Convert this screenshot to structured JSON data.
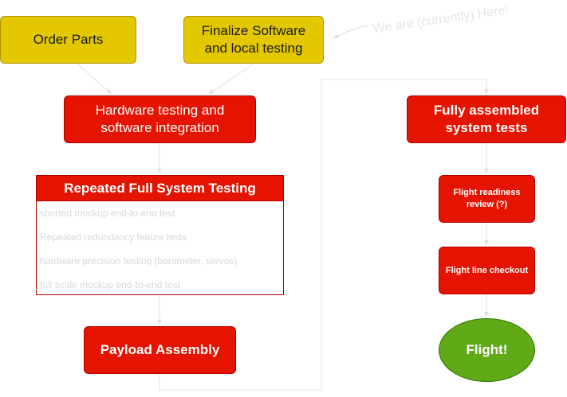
{
  "nodes": {
    "order_parts": "Order Parts",
    "finalize_software": "Finalize Software and local testing",
    "hw_testing": "Hardware testing and software integration",
    "repeated_testing": {
      "title": "Repeated Full System Testing",
      "items": [
        "shorted mockup end-to-end test",
        "Repeated redundancy feaure tests",
        "hardware precision testing (barometer, servos)",
        "full scale mockup end-to-end test"
      ]
    },
    "payload_assembly": "Payload Assembly",
    "fully_assembled": "Fully assembled system tests",
    "flight_readiness": "Flight readiness review (?)",
    "flight_line": "Flight line checkout",
    "flight": "Flight!"
  },
  "annotation": "We are (currently) Here!",
  "colors": {
    "yellow_fill": "#e3c800",
    "red_fill": "#e51400",
    "green_fill": "#60a917",
    "connector": "#e0e0e0"
  }
}
